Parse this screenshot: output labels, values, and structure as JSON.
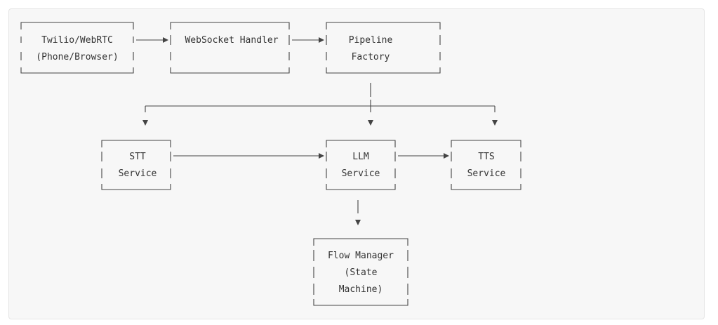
{
  "diagram": {
    "nodes": {
      "twilio": {
        "line1": "Twilio/WebRTC",
        "line2": "(Phone/Browser)"
      },
      "websocket": {
        "line1": "WebSocket Handler"
      },
      "pipeline": {
        "line1": "Pipeline",
        "line2": "Factory"
      },
      "stt": {
        "line1": "STT",
        "line2": "Service"
      },
      "llm": {
        "line1": "LLM",
        "line2": "Service"
      },
      "tts": {
        "line1": "TTS",
        "line2": "Service"
      },
      "flow": {
        "line1": "Flow Manager",
        "line2": "(State",
        "line3": "Machine)"
      }
    }
  }
}
